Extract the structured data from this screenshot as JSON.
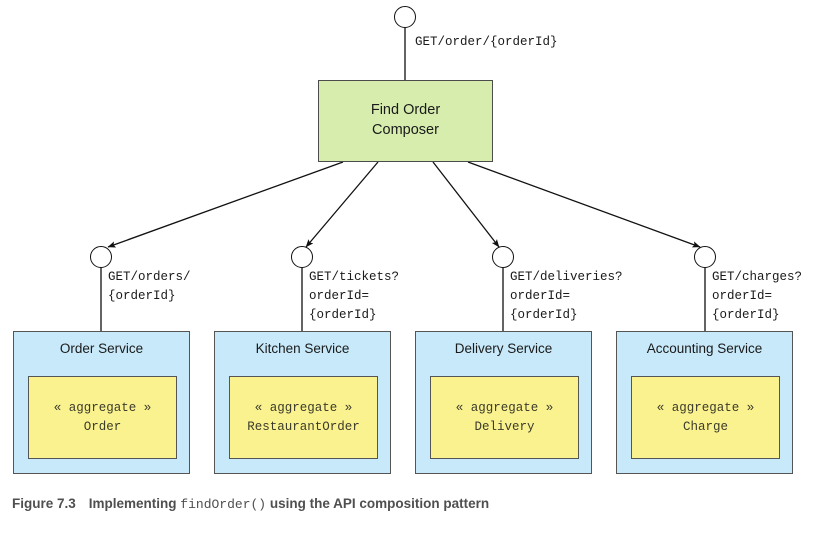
{
  "figure": {
    "number": "Figure 7.3",
    "text_before_mono": "Implementing ",
    "mono_text": "findOrder()",
    "text_after_mono": " using the API composition pattern"
  },
  "composer": {
    "label": "Find Order\nComposer",
    "color": "#d6edad",
    "inbound_endpoint": "GET/order/{orderId}"
  },
  "services": [
    {
      "title": "Order Service",
      "endpoint": "GET/orders/\n{orderId}",
      "aggregate_stereotype": "« aggregate »",
      "aggregate_name": "Order",
      "box_color": "#c8e9f9",
      "aggregate_color": "#faf28f"
    },
    {
      "title": "Kitchen Service",
      "endpoint": "GET/tickets?\norderId=\n{orderId}",
      "aggregate_stereotype": "« aggregate »",
      "aggregate_name": "RestaurantOrder",
      "box_color": "#c8e9f9",
      "aggregate_color": "#faf28f"
    },
    {
      "title": "Delivery Service",
      "endpoint": "GET/deliveries?\norderId=\n{orderId}",
      "aggregate_stereotype": "« aggregate »",
      "aggregate_name": "Delivery",
      "box_color": "#c8e9f9",
      "aggregate_color": "#faf28f"
    },
    {
      "title": "Accounting Service",
      "endpoint": "GET/charges?\norderId=\n{orderId}",
      "aggregate_stereotype": "« aggregate »",
      "aggregate_name": "Charge",
      "box_color": "#c8e9f9",
      "aggregate_color": "#faf28f"
    }
  ]
}
